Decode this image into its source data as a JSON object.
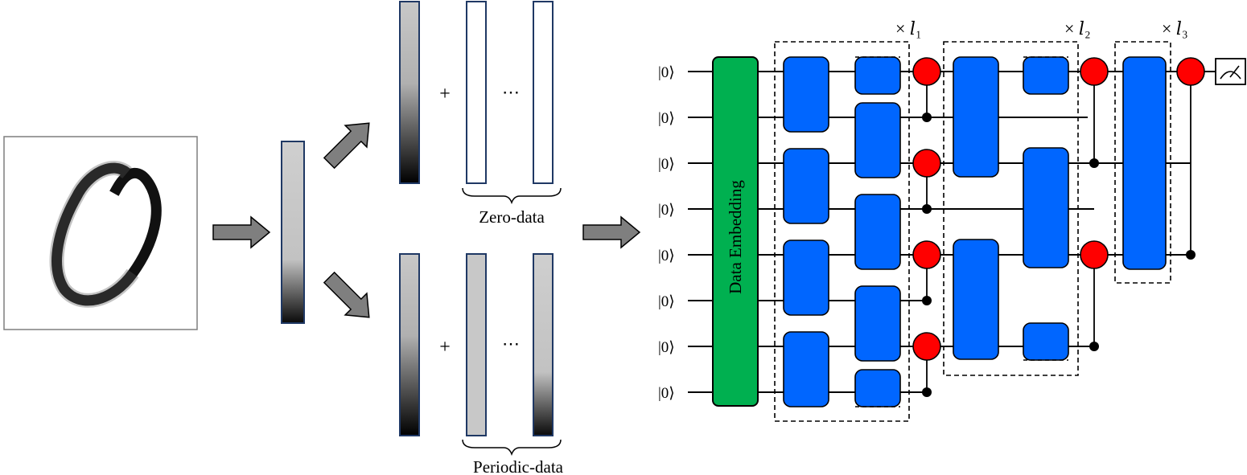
{
  "labels": {
    "plus": "+",
    "dots": "⋯",
    "zero_data": "Zero-data",
    "periodic_data": "Periodic-data",
    "data_embedding": "Data Embedding",
    "ket0": "|0⟩"
  },
  "repeat_labels": {
    "l1": "× 𝑙₁",
    "l2": "× 𝑙₂",
    "l3": "× 𝑙₃"
  },
  "icons": {
    "digit": "mnist-digit-zero-image",
    "measure": "measurement-meter-icon",
    "arrow": "block-arrow-icon"
  },
  "colors": {
    "embedding": "#00B050",
    "gate": "#0066FF",
    "pool": "#FF0000",
    "frame": "#1F3864"
  },
  "qubit_count": 8
}
